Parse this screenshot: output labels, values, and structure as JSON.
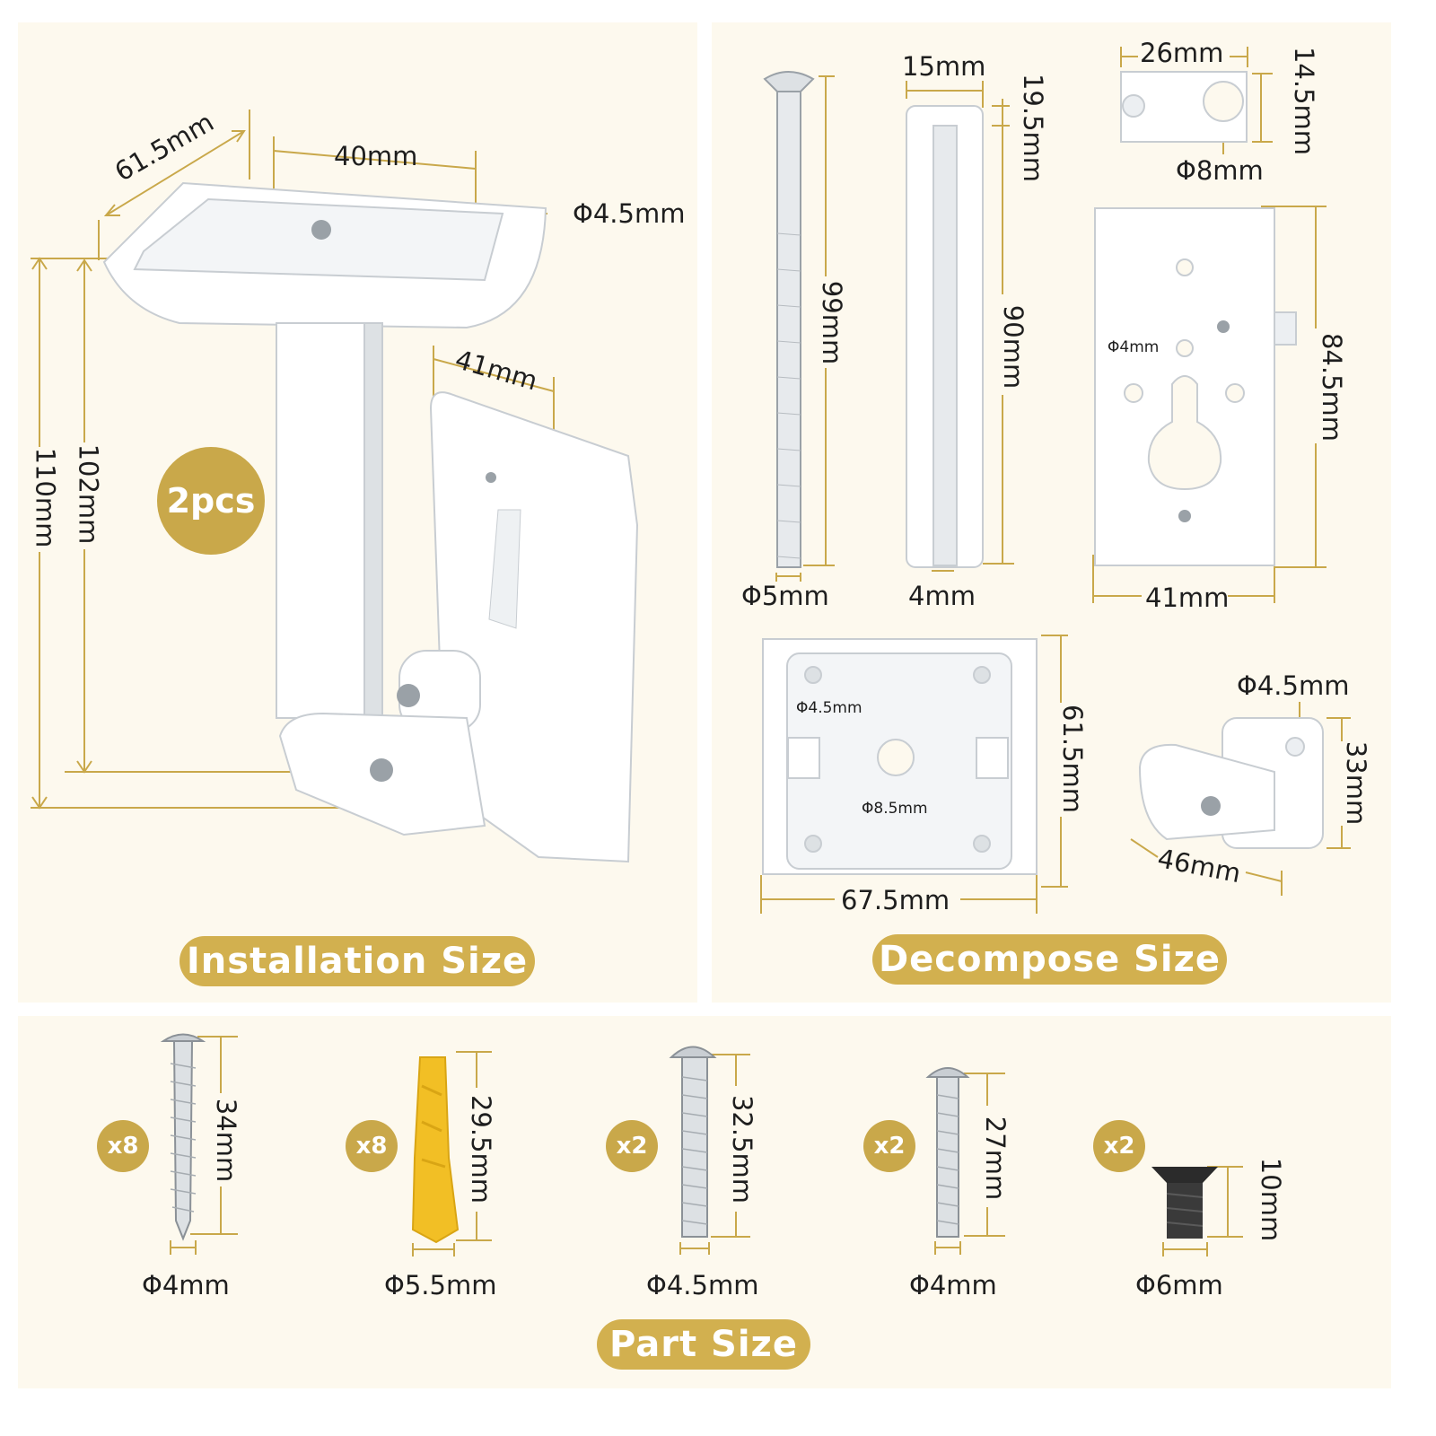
{
  "colors": {
    "accent": "#d2b04f",
    "panel": "#fdf9ee",
    "dimension_line": "#c9a84a",
    "part": "#ffffff",
    "anchor": "#f2bf25"
  },
  "installation": {
    "title": "Installation Size",
    "badge": "2pcs",
    "dims": {
      "depth": "61.5mm",
      "width": "40mm",
      "hole": "Φ4.5mm",
      "plate": "41mm",
      "height_outer": "110mm",
      "height_inner": "102mm"
    }
  },
  "decompose": {
    "title": "Decompose Size",
    "bolt": {
      "length": "99mm",
      "diameter": "Φ5mm"
    },
    "tube": {
      "width": "15mm",
      "slot": "19.5mm",
      "length": "90mm",
      "bottom": "4mm"
    },
    "clip": {
      "width": "26mm",
      "height": "14.5mm",
      "hole": "Φ8mm"
    },
    "wall_plate": {
      "hole": "Φ4mm",
      "height": "84.5mm",
      "width": "41mm"
    },
    "top_plate": {
      "hole_small": "Φ4.5mm",
      "hole_center": "Φ8.5mm",
      "height": "61.5mm",
      "width": "67.5mm"
    },
    "joint": {
      "hole": "Φ4.5mm",
      "height": "33mm",
      "width": "46mm"
    }
  },
  "parts": {
    "title": "Part Size",
    "items": [
      {
        "qty": "x8",
        "length": "34mm",
        "diameter": "Φ4mm",
        "icon": "wood-screw-icon"
      },
      {
        "qty": "x8",
        "length": "29.5mm",
        "diameter": "Φ5.5mm",
        "icon": "wall-anchor-icon"
      },
      {
        "qty": "x2",
        "length": "32.5mm",
        "diameter": "Φ4.5mm",
        "icon": "machine-screw-icon"
      },
      {
        "qty": "x2",
        "length": "27mm",
        "diameter": "Φ4mm",
        "icon": "short-screw-icon"
      },
      {
        "qty": "x2",
        "length": "10mm",
        "diameter": "Φ6mm",
        "icon": "black-screw-icon"
      }
    ]
  }
}
